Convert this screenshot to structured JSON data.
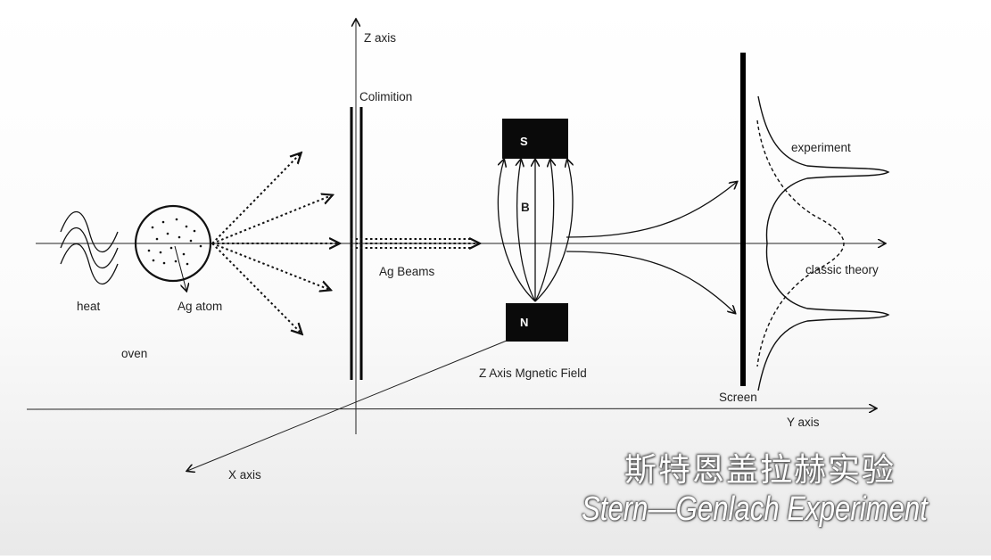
{
  "labels": {
    "z_axis": "Z axis",
    "y_axis": "Y axis",
    "x_axis": "X axis",
    "colimition": "Colimition",
    "heat": "heat",
    "ag_atom": "Ag atom",
    "oven": "oven",
    "ag_beams": "Ag Beams",
    "b_field": "B",
    "magnet_south": "S",
    "magnet_north": "N",
    "magnetic_field": "Z Axis Mgnetic Field",
    "screen": "Screen",
    "experiment": "experiment",
    "classic_theory": "classic theory"
  },
  "title": {
    "chinese": "斯特恩盖拉赫实验",
    "english": "Stern—Genlach Experiment"
  },
  "colors": {
    "ink": "#111111",
    "magnet": "#0a0a0a",
    "title_text": "#ffffff"
  }
}
